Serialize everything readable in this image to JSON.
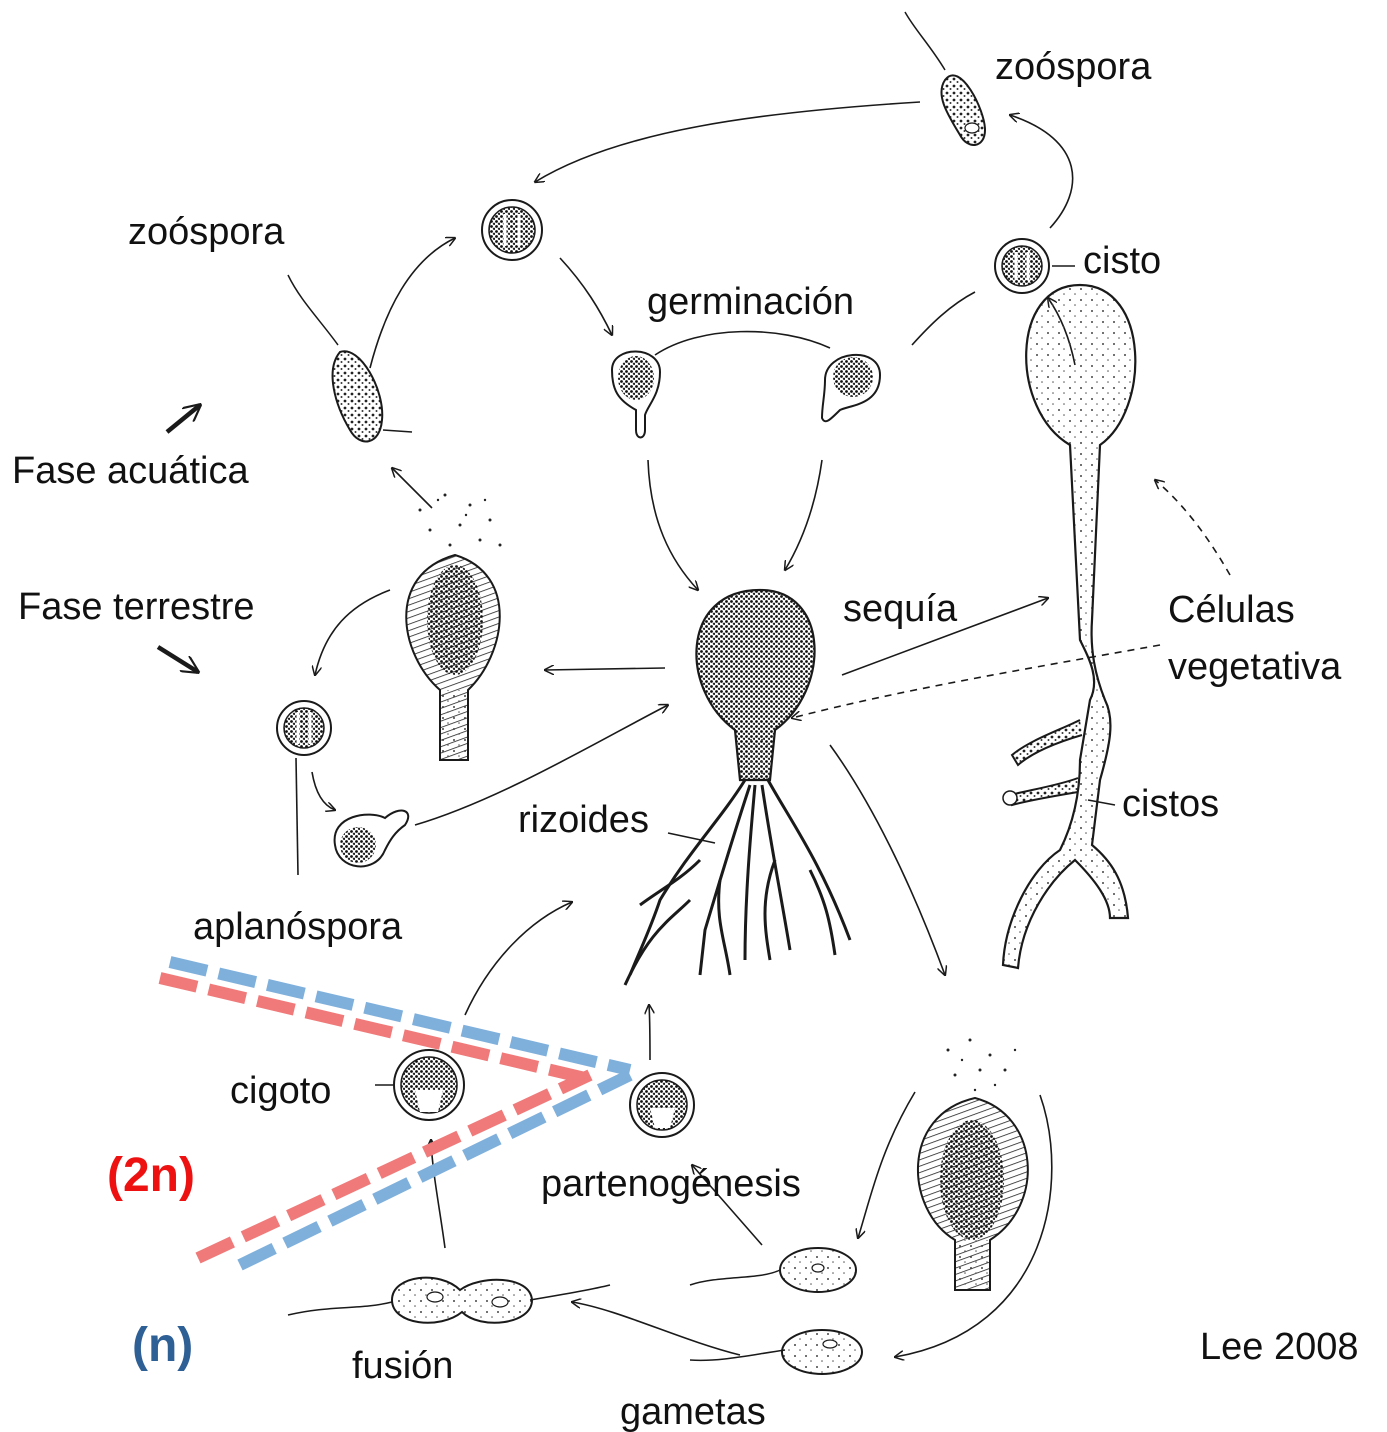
{
  "labels": {
    "zoospora_top": "zoóspora",
    "zoospora_left": "zoóspora",
    "cisto": "cisto",
    "germinacion": "germinación",
    "fase_acuatica": "Fase acuática",
    "fase_terrestre": "Fase terrestre",
    "sequia": "sequía",
    "celulas": "Células",
    "vegetativa": "vegetativa",
    "cistos": "cistos",
    "rizoides": "rizoides",
    "aplanospora": "aplanóspora",
    "cigoto": "cigoto",
    "partenogenesis": "partenogénesis",
    "fusion": "fusión",
    "gametas": "gametas",
    "ploidy_2n": "(2n)",
    "ploidy_n": "(n)",
    "credit": "Lee 2008"
  },
  "colors": {
    "diploid": "#f07a7a",
    "haploid": "#7fb0dc",
    "diploid_text": "#ee1111",
    "haploid_text": "#2e5f95",
    "ink": "#1a1a1a"
  }
}
